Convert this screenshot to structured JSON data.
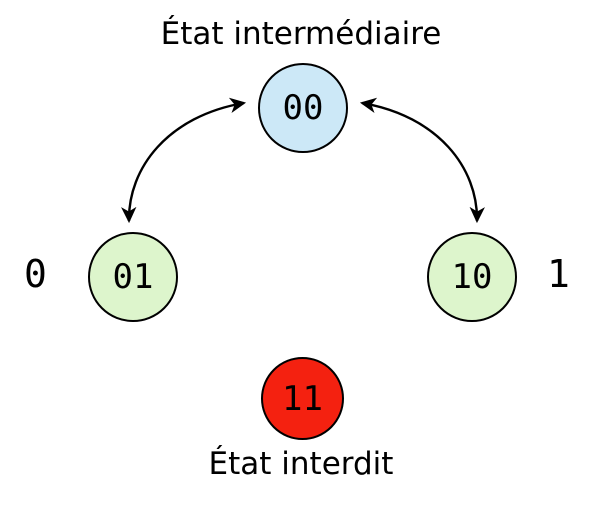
{
  "diagram": {
    "title": "État intermédiaire",
    "bottom_caption": "État interdit",
    "background_color": "#ffffff",
    "stroke_color": "#000000",
    "nodes": [
      {
        "id": "00",
        "label": "00",
        "role": "intermediate-state",
        "fill": "#cce8f7",
        "position": "top-center"
      },
      {
        "id": "01",
        "label": "01",
        "role": "stable-state",
        "fill": "#ddf5cc",
        "position": "left"
      },
      {
        "id": "10",
        "label": "10",
        "role": "stable-state",
        "fill": "#ddf5cc",
        "position": "right"
      },
      {
        "id": "11",
        "label": "11",
        "role": "forbidden-state",
        "fill": "#f42110",
        "position": "bottom-center"
      }
    ],
    "edges": [
      {
        "id": "edge-00-01",
        "from": "00",
        "to": "01",
        "style": "curved",
        "arrowheads": "both",
        "color": "#000000"
      },
      {
        "id": "edge-00-10",
        "from": "00",
        "to": "10",
        "style": "curved",
        "arrowheads": "both",
        "color": "#000000"
      }
    ],
    "side_labels": [
      {
        "id": "left",
        "text": "0"
      },
      {
        "id": "right",
        "text": "1"
      }
    ]
  }
}
